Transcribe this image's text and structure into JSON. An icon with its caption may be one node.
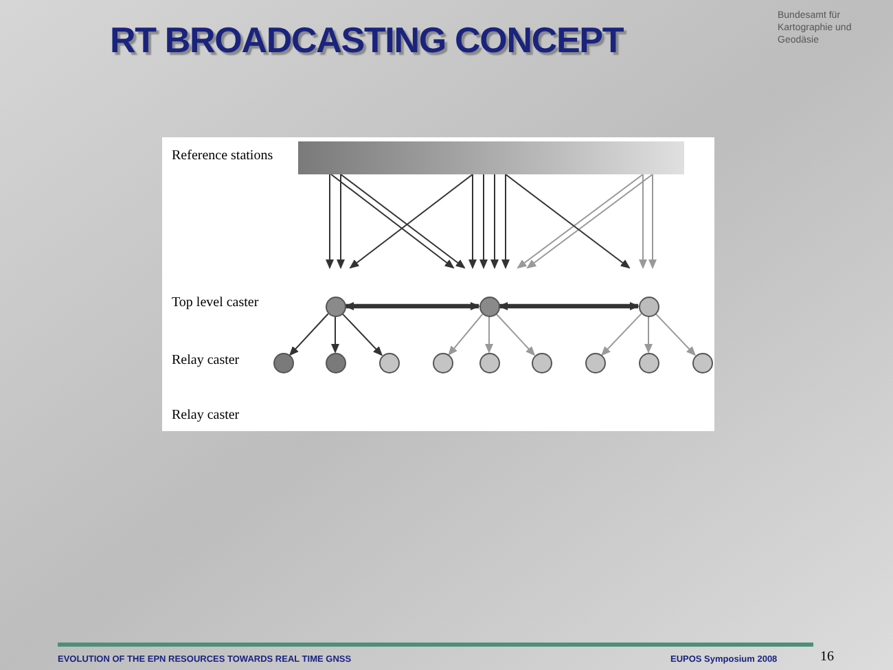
{
  "diagram": {
    "title": "RT BROADCASTING CONCEPT",
    "nodes": [
      {
        "text": [],
        "shape": "bar"
      },
      {
        "text": [],
        "shape": "circle"
      },
      {
        "text": [],
        "shape": "circle"
      },
      {
        "text": [],
        "shape": "circle"
      },
      {
        "text": [],
        "shape": "circle"
      },
      {
        "text": [],
        "shape": "circle"
      },
      {
        "text": [],
        "shape": "circle"
      },
      {
        "text": [],
        "shape": "circle"
      },
      {
        "text": [],
        "shape": "circle"
      },
      {
        "text": [],
        "shape": "circle"
      },
      {
        "text": [],
        "shape": "circle"
      },
      {
        "text": [],
        "shape": "circle"
      },
      {
        "text": [],
        "shape": "circle"
      }
    ],
    "edges": [
      {
        "from": 0,
        "to": 1,
        "arrow": "to"
      },
      {
        "from": 0,
        "to": 1,
        "arrow": "to"
      },
      {
        "from": 0,
        "to": 1,
        "arrow": "to"
      },
      {
        "from": 0,
        "to": 2,
        "arrow": "to"
      },
      {
        "from": 0,
        "to": 2,
        "arrow": "to"
      },
      {
        "from": 0,
        "to": 2,
        "arrow": "to"
      },
      {
        "from": 0,
        "to": 2,
        "arrow": "to"
      },
      {
        "from": 0,
        "to": 2,
        "arrow": "to"
      },
      {
        "from": 0,
        "to": 2,
        "arrow": "to"
      },
      {
        "from": 0,
        "to": 2,
        "arrow": "to",
        "color": "#999999"
      },
      {
        "from": 0,
        "to": 2,
        "arrow": "to",
        "color": "#999999"
      },
      {
        "from": 0,
        "to": 3,
        "arrow": "to"
      },
      {
        "from": 0,
        "to": 3,
        "arrow": "to",
        "color": "#999999"
      },
      {
        "from": 0,
        "to": 3,
        "arrow": "to",
        "color": "#999999"
      },
      {
        "from": 1,
        "to": 2,
        "arrow": "both",
        "style": "thick"
      },
      {
        "from": 2,
        "to": 3,
        "arrow": "both",
        "style": "thick"
      },
      {
        "from": 1,
        "to": 4,
        "arrow": "to"
      },
      {
        "from": 1,
        "to": 5,
        "arrow": "to"
      },
      {
        "from": 1,
        "to": 6,
        "arrow": "to"
      },
      {
        "from": 2,
        "to": 7,
        "arrow": "to",
        "color": "#999999"
      },
      {
        "from": 2,
        "to": 8,
        "arrow": "to",
        "color": "#999999"
      },
      {
        "from": 2,
        "to": 9,
        "arrow": "to",
        "color": "#999999"
      },
      {
        "from": 3,
        "to": 10,
        "arrow": "to",
        "color": "#999999"
      },
      {
        "from": 3,
        "to": 11,
        "arrow": "to",
        "color": "#999999"
      },
      {
        "from": 3,
        "to": 12,
        "arrow": "to",
        "color": "#999999"
      }
    ],
    "labels": [
      "Bundesamt für Kartographie und Geodäsie",
      "Reference stations",
      "Top level caster",
      "Relay caster",
      "Relay caster",
      "EVOLUTION OF THE EPN RESOURCES TOWARDS REAL TIME GNSS",
      "EUPOS Symposium 2008",
      "16"
    ]
  }
}
